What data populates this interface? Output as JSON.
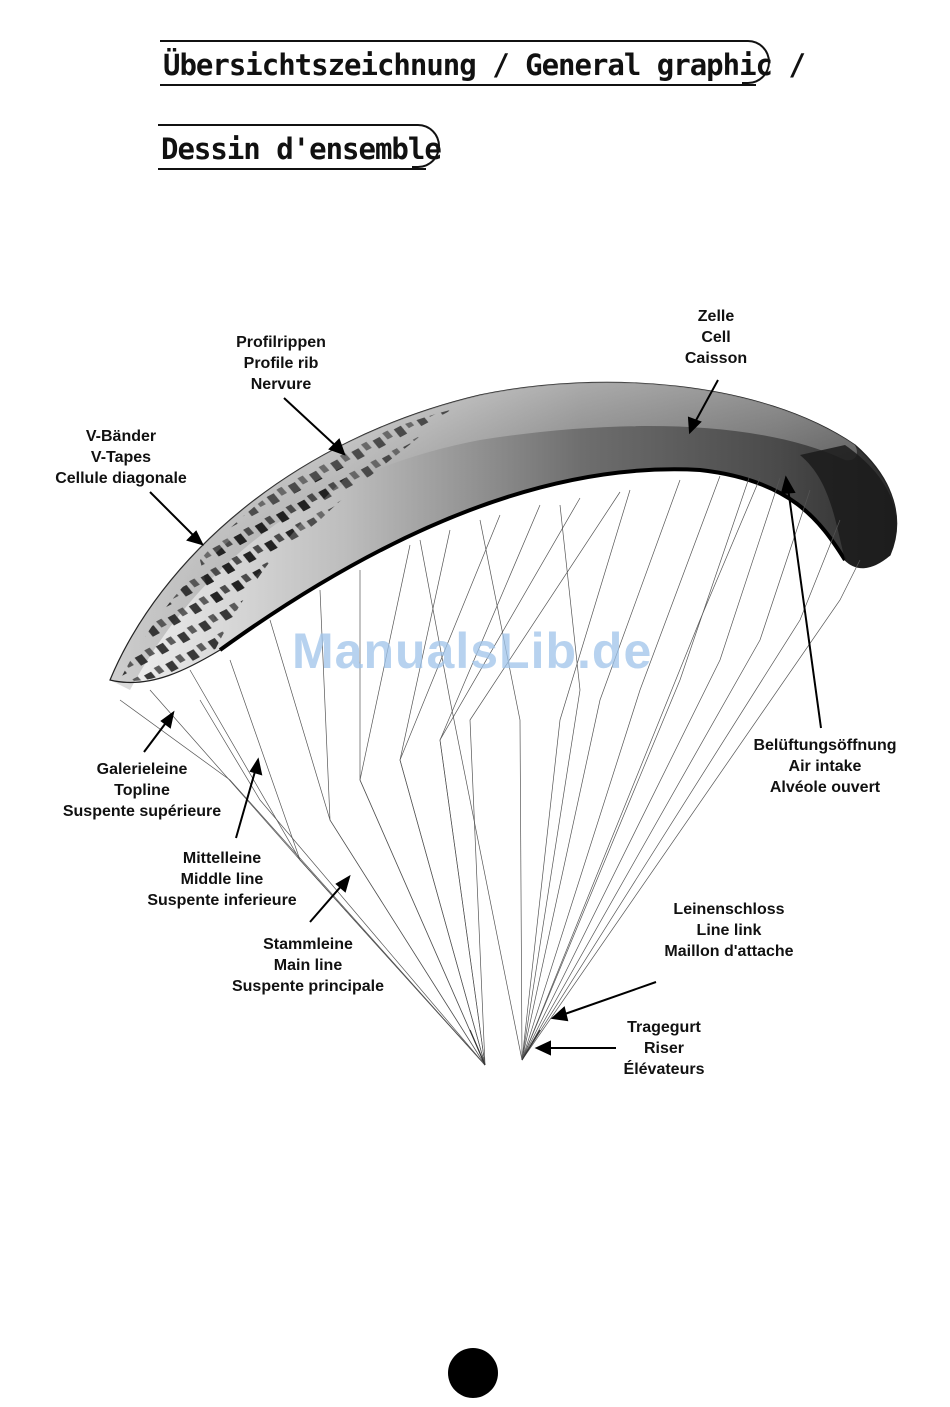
{
  "header": {
    "title_line1": "Übersichtszeichnung / General graphic /",
    "title_line2": "Dessin d'ensemble"
  },
  "labels": {
    "profile_rib": [
      "Profilrippen",
      "Profile rib",
      "Nervure"
    ],
    "cell": [
      "Zelle",
      "Cell",
      "Caisson"
    ],
    "v_tapes": [
      "V-Bänder",
      "V-Tapes",
      "Cellule diagonale"
    ],
    "air_intake": [
      "Belüftungsöffnung",
      "Air intake",
      "Alvéole ouvert"
    ],
    "topline": [
      "Galerieleine",
      "Topline",
      "Suspente supérieure"
    ],
    "middle_line": [
      "Mittelleine",
      "Middle line",
      "Suspente inferieure"
    ],
    "main_line": [
      "Stammleine",
      "Main line",
      "Suspente principale"
    ],
    "line_link": [
      "Leinenschloss",
      "Line link",
      "Maillon d'attache"
    ],
    "riser": [
      "Tragegurt",
      "Riser",
      "Élévateurs"
    ]
  },
  "watermark": "ManualsLib.de"
}
